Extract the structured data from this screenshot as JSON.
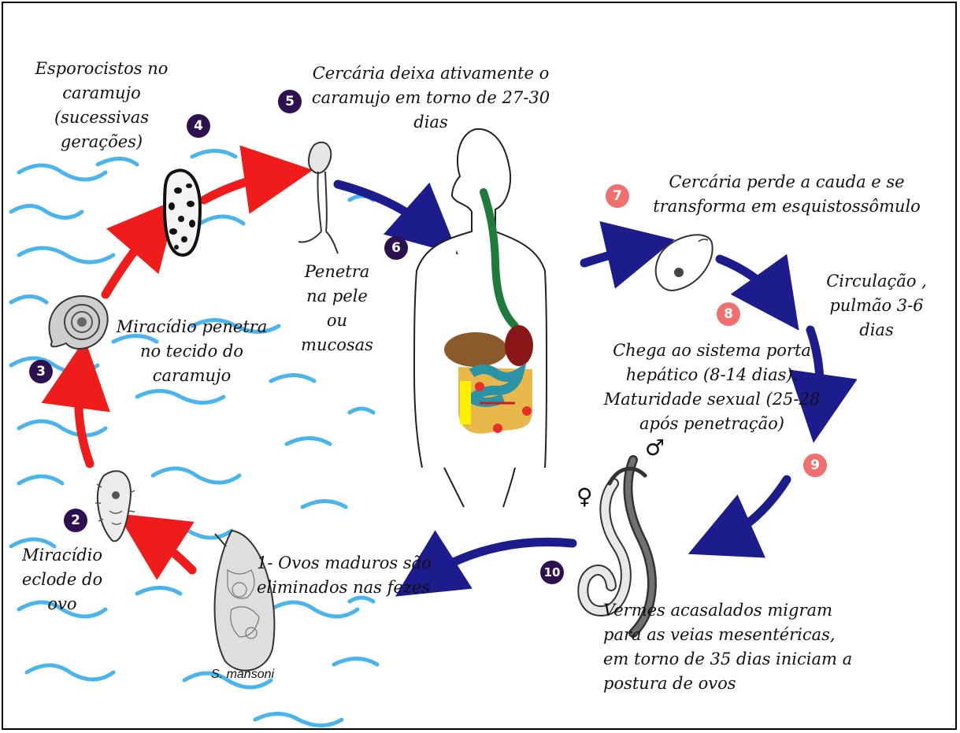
{
  "steps": {
    "s1": {
      "number": "1",
      "label": "1- Ovos maduros são eliminados nas fezes"
    },
    "s2": {
      "number": "2",
      "label": "Miracídio eclode do ovo"
    },
    "s3": {
      "number": "3",
      "label": "Miracídio penetra no tecido do caramujo"
    },
    "s4": {
      "number": "4",
      "label": "Esporocistos no caramujo (sucessivas gerações)"
    },
    "s5": {
      "number": "5",
      "label": "Cercária deixa ativamente o caramujo em torno de 27-30 dias"
    },
    "s6": {
      "number": "6",
      "label": "Penetra na pele ou mucosas"
    },
    "s7": {
      "number": "7",
      "label": "Cercária perde a cauda e se transforma em esquistossômulo"
    },
    "s8": {
      "number": "8",
      "label_circulation": "Circulação , pulmão 3-6 dias",
      "label_portal": "Chega ao sistema porta hepático (8-14 dias). Maturidade sexual (25-28 após penetração)"
    },
    "s9": {
      "number": "9",
      "label": "Vermes acasalados migram para as veias mesentéricas, em torno de 35 dias iniciam a postura de ovos"
    },
    "s10": {
      "number": "10"
    }
  },
  "species_label": "S. mansoni",
  "symbols": {
    "female": "♀",
    "male": "♂"
  },
  "colors": {
    "snail_badge": "#2c1050",
    "human_badge": "#f06f6f",
    "environment_arrow": "#f01c1c",
    "host_arrow": "#1c1c8c",
    "water": "#4ab4ec"
  }
}
